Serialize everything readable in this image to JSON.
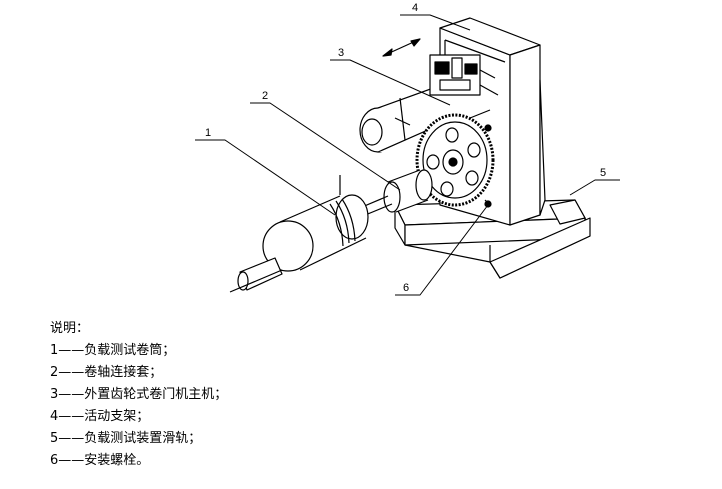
{
  "callouts": {
    "c1": "1",
    "c2": "2",
    "c3": "3",
    "c4": "4",
    "c5": "5",
    "c6": "6"
  },
  "legend": {
    "title": "说明：",
    "items": [
      "1——负载测试卷筒；",
      "2——卷轴连接套；",
      "3——外置齿轮式卷门机主机；",
      "4——活动支架；",
      "5——负载测试装置滑轨；",
      "6——安装螺栓。"
    ]
  }
}
